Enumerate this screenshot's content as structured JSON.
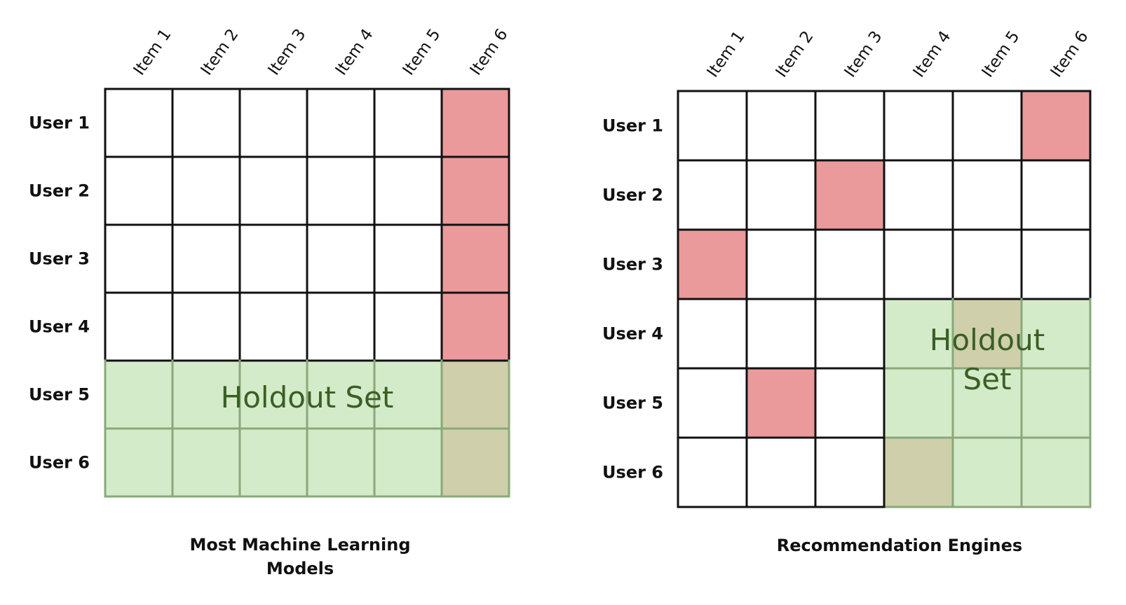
{
  "colors": {
    "highlight": "#ea9a9a",
    "holdout": "#d4ebca",
    "holdout_highlight": "#cfcfab",
    "grid": "#111111",
    "holdout_grid": "#8aa87a",
    "holdout_text": "#3a5f24"
  },
  "panels": [
    {
      "id": "panel-left",
      "columns": [
        "Item 1",
        "Item 2",
        "Item 3",
        "Item 4",
        "Item 5",
        "Item 6"
      ],
      "rows": [
        "User 1",
        "User 2",
        "User 3",
        "User 4",
        "User 5",
        "User 6"
      ],
      "highlighted_cells": [
        [
          0,
          5
        ],
        [
          1,
          5
        ],
        [
          2,
          5
        ],
        [
          3,
          5
        ],
        [
          4,
          5
        ],
        [
          5,
          5
        ]
      ],
      "holdout": {
        "label_lines": [
          "Holdout Set"
        ],
        "row_range": [
          4,
          5
        ],
        "col_range": [
          0,
          5
        ]
      },
      "caption_lines": [
        "Most Machine Learning",
        "Models"
      ]
    },
    {
      "id": "panel-right",
      "columns": [
        "Item 1",
        "Item 2",
        "Item 3",
        "Item 4",
        "Item 5",
        "Item 6"
      ],
      "rows": [
        "User 1",
        "User 2",
        "User 3",
        "User 4",
        "User 5",
        "User 6"
      ],
      "highlighted_cells": [
        [
          0,
          5
        ],
        [
          1,
          2
        ],
        [
          2,
          0
        ],
        [
          3,
          4
        ],
        [
          4,
          1
        ],
        [
          5,
          3
        ]
      ],
      "holdout": {
        "label_lines": [
          "Holdout",
          "Set"
        ],
        "row_range": [
          3,
          5
        ],
        "col_range": [
          3,
          5
        ]
      },
      "caption_lines": [
        "Recommendation Engines"
      ]
    }
  ]
}
